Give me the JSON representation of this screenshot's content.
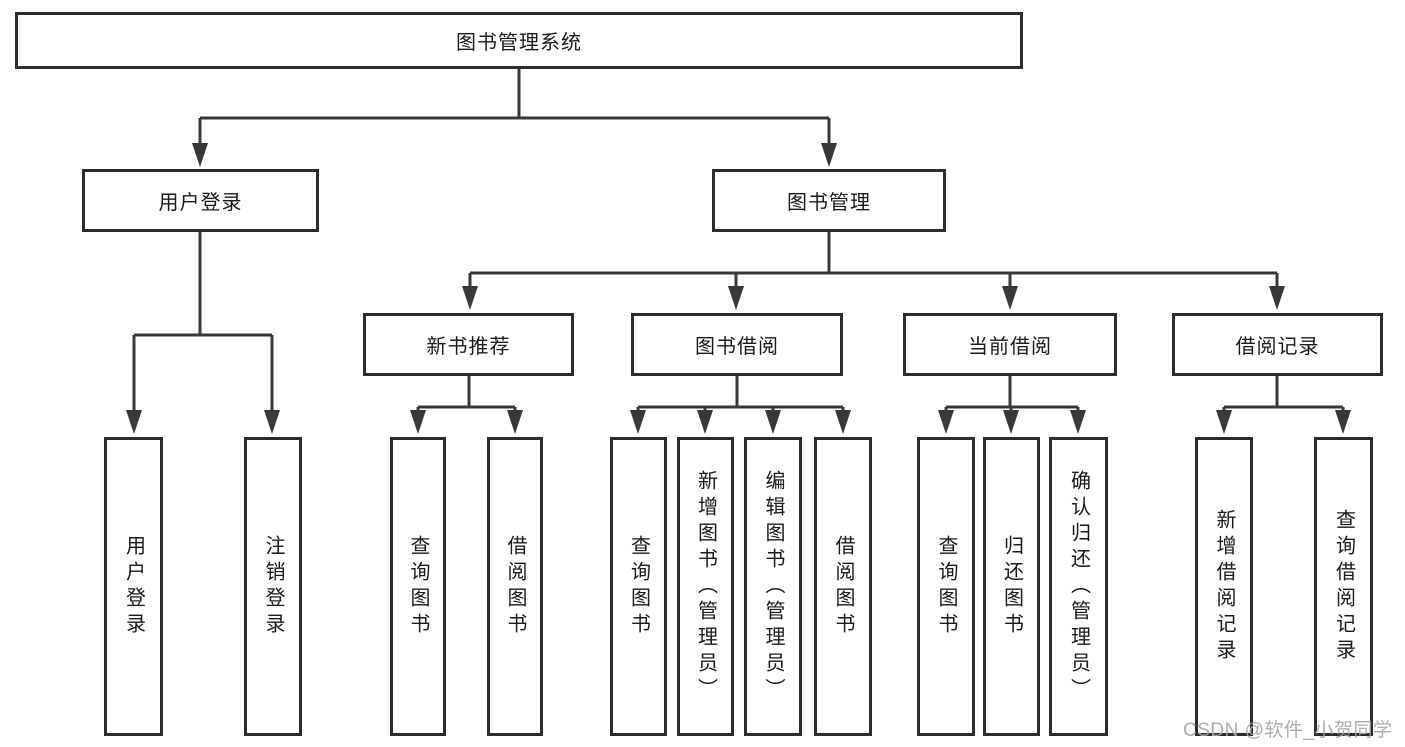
{
  "diagram": {
    "tree": {
      "root": {
        "label": "图书管理系统"
      },
      "children": [
        {
          "label": "用户登录",
          "children": [
            {
              "label": "用户登录"
            },
            {
              "label": "注销登录"
            }
          ]
        },
        {
          "label": "图书管理",
          "children": [
            {
              "label": "新书推荐",
              "children": [
                {
                  "label": "查询图书"
                },
                {
                  "label": "借阅图书"
                }
              ]
            },
            {
              "label": "图书借阅",
              "children": [
                {
                  "label": "查询图书"
                },
                {
                  "label": "新增图书（管理员）"
                },
                {
                  "label": "编辑图书（管理员）"
                },
                {
                  "label": "借阅图书"
                }
              ]
            },
            {
              "label": "当前借阅",
              "children": [
                {
                  "label": "查询图书"
                },
                {
                  "label": "归还图书"
                },
                {
                  "label": "确认归还（管理员）"
                }
              ]
            },
            {
              "label": "借阅记录",
              "children": [
                {
                  "label": "新增借阅记录"
                },
                {
                  "label": "查询借阅记录"
                }
              ]
            }
          ]
        }
      ]
    },
    "watermark": "CSDN @软件_小贺同学",
    "colors": {
      "line": "#383838",
      "box_border": "#2d2d2d",
      "text": "#1a1a1a",
      "watermark": "#a5a5a5",
      "background": "#ffffff"
    }
  }
}
